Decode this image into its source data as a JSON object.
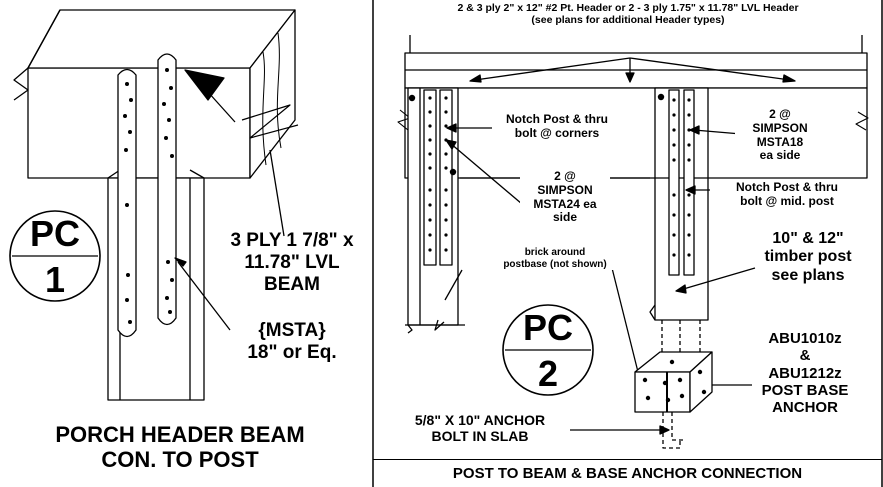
{
  "detail1": {
    "badge_top": "PC",
    "badge_bottom": "1",
    "beam_label_line1": "3 PLY  1 7/8\" x",
    "beam_label_line2": "11.78\" LVL",
    "beam_label_line3": "BEAM",
    "strap_label_line1": "{MSTA}",
    "strap_label_line2": "18\" or Eq.",
    "title_line1": "PORCH HEADER BEAM",
    "title_line2": "CON. TO POST"
  },
  "detail2": {
    "header_line1": "2 & 3 ply 2\" x 12\" #2 Pt. Header or 2 - 3  ply 1.75\" x 11.78\" LVL Header",
    "header_line2": "(see plans for additional Header types)",
    "notch_corners_line1": "Notch Post & thru",
    "notch_corners_line2": "bolt @ corners",
    "msta18_line1": "2 @",
    "msta18_line2": "SIMPSON",
    "msta18_line3": "MSTA18",
    "msta18_line4": "ea side",
    "msta24_line1": "2 @",
    "msta24_line2": "SIMPSON",
    "msta24_line3": "MSTA24 ea",
    "msta24_line4": "side",
    "notch_mid_line1": "Notch Post & thru",
    "notch_mid_line2": "bolt @ mid. post",
    "timber_line1": "10\" & 12\"",
    "timber_line2": "timber post",
    "timber_line3": "see plans",
    "brick_line1": "brick around",
    "brick_line2": "postbase (not shown)",
    "badge_top": "PC",
    "badge_bottom": "2",
    "abu_line1": "ABU1010z",
    "abu_line2": "&",
    "abu_line3": "ABU1212z",
    "abu_line4": "POST BASE",
    "abu_line5": "ANCHOR",
    "anchor_line1": "5/8\" X 10\" ANCHOR",
    "anchor_line2": "BOLT IN SLAB",
    "footer": "POST TO BEAM & BASE ANCHOR CONNECTION"
  }
}
